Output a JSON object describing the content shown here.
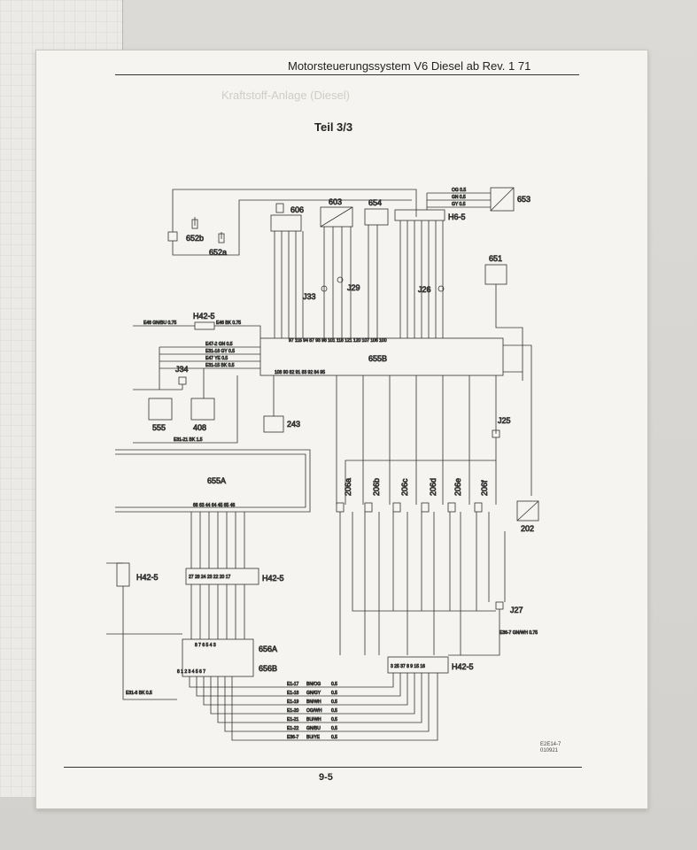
{
  "header": {
    "title": "Motorsteuerungssystem V6 Diesel ab Rev. 1",
    "page_ref": "71",
    "ghost_text": "Kraftstoff-Anlage (Diesel)"
  },
  "section": "Teil 3/3",
  "components": {
    "c606": "606",
    "c603": "603",
    "c654": "654",
    "c653": "653",
    "c652b": "652b",
    "c652a": "652a",
    "c651": "651",
    "c655B": "655B",
    "c655A": "655A",
    "c555": "555",
    "c408": "408",
    "c243": "243",
    "c202": "202",
    "c656A": "656A",
    "c656B": "656B",
    "v206a": "206a",
    "v206b": "206b",
    "v206c": "206c",
    "v206d": "206d",
    "v206e": "206e",
    "v206f": "206f"
  },
  "connectors": {
    "H6_5": "H6-5",
    "H42_5_top": "H42-5",
    "H42_5_left": "H42-5",
    "H42_5_mid": "H42-5",
    "H42_5_bottom": "H42-5",
    "J33": "J33",
    "J29": "J29",
    "J26": "J26",
    "J34": "J34",
    "J25": "J25",
    "J27": "J27"
  },
  "wires_top": [
    "E48 GN/BU 0.75",
    "E46 BK 0.75",
    "E47-2 GN 0.5",
    "E31-16 GY 0.5",
    "E47 YE 0.5",
    "E31-15 BK 0.5",
    "OG 0.5",
    "GN 0.5",
    "GY 0.5"
  ],
  "wires_bottom": [
    {
      "id": "E1-17",
      "color": "BN/OG",
      "gauge": "0.5"
    },
    {
      "id": "E1-18",
      "color": "GN/GY",
      "gauge": "0.5"
    },
    {
      "id": "E1-19",
      "color": "BN/WH",
      "gauge": "0.5"
    },
    {
      "id": "E1-20",
      "color": "OG/WH",
      "gauge": "0.5"
    },
    {
      "id": "E1-21",
      "color": "BU/WH",
      "gauge": "0.5"
    },
    {
      "id": "E1-22",
      "color": "GN/BU",
      "gauge": "0.5"
    },
    {
      "id": "E36-7",
      "color": "BU/YE",
      "gauge": "0.5"
    }
  ],
  "misc_labels": {
    "e31_21": "E31-21 BK 1.5",
    "e31_6": "E31-6 BK 0.5",
    "e36_7_gnwh": "E36-7 GN/WH 0.75",
    "pin_row_655A": "66 63 44 64 45 65 46",
    "pin_row_h42_left": "27 28 24 23 22 20 17",
    "pin_row_656": "8 7 6 5 4 3",
    "pin_row_656B": "8 1 2 3 4 5 6 7",
    "pin_row_h42_bottom": "3 25 37 8 9 15 16",
    "pin_row_655B_top": "97 115 94   87 93 98   101   118 121 120   107 106   100",
    "pin_row_655B_bot": "108   90   82   91   83   92   84   95"
  },
  "footer": {
    "page": "9-5",
    "stamp1": "E2E14-7",
    "stamp2": "010921"
  },
  "colors": {
    "paper": "#f5f4f0",
    "ink": "#222222",
    "table": "#d9d7d2"
  }
}
